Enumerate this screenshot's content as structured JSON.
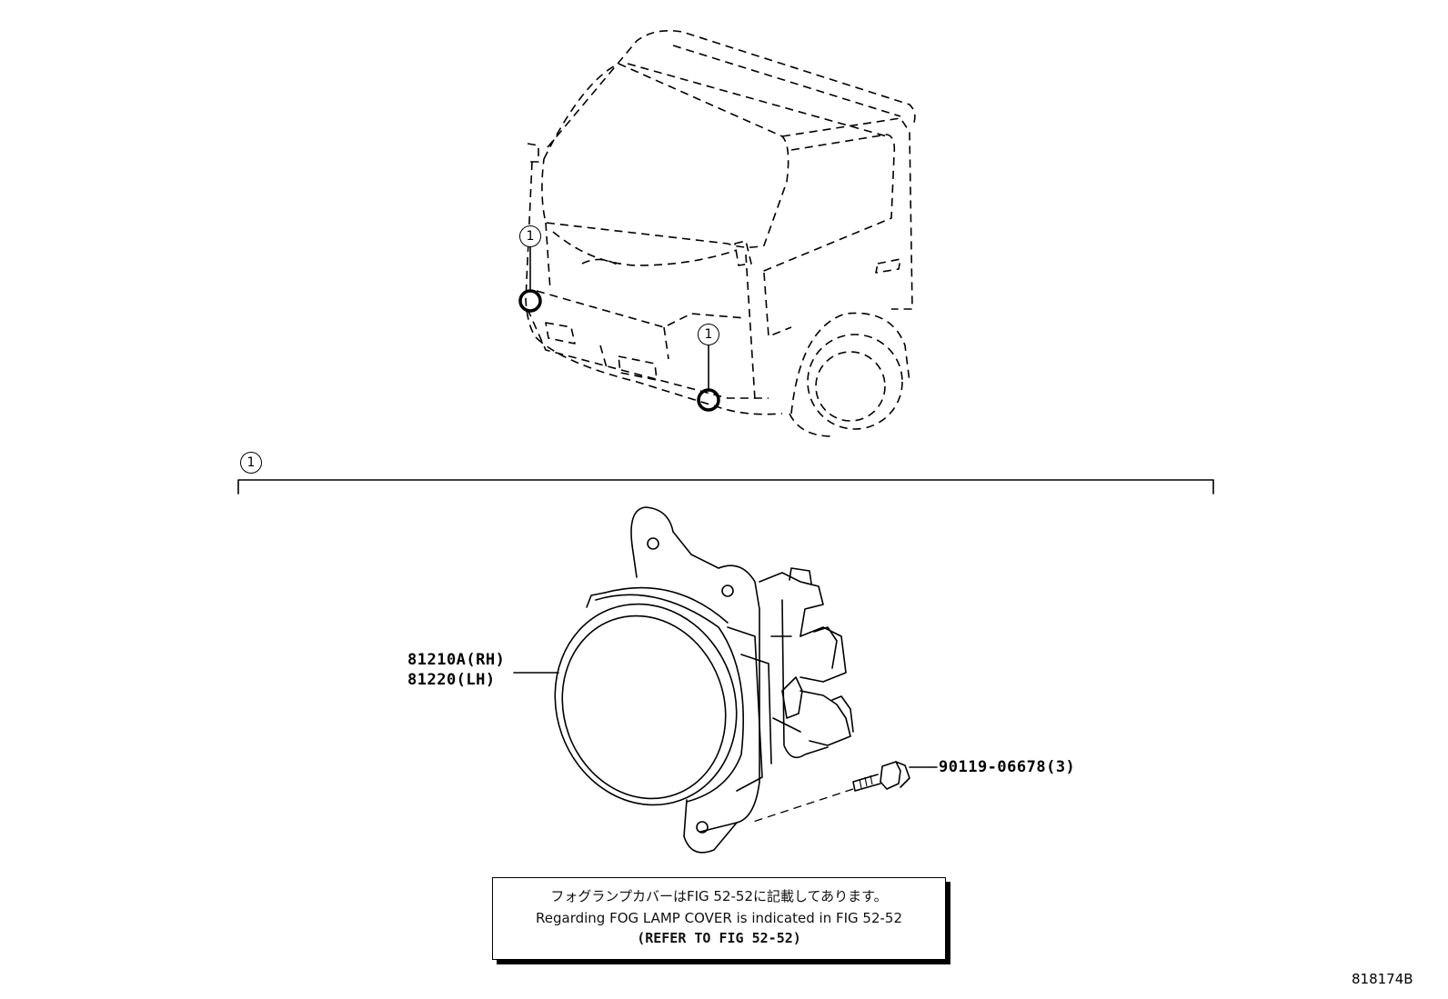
{
  "callouts": {
    "ref_mark": "1"
  },
  "parts": [
    {
      "code": "81210A(RH)"
    },
    {
      "code": "81220(LH)"
    },
    {
      "code": "90119-06678(3)"
    }
  ],
  "note": {
    "jp": "フォグランプカバーはFIG 52-52に記載してあります。",
    "en": "Regarding FOG LAMP COVER is indicated in FIG 52-52",
    "ref": "(REFER TO FIG 52-52)"
  },
  "illustration_id": "818174B"
}
